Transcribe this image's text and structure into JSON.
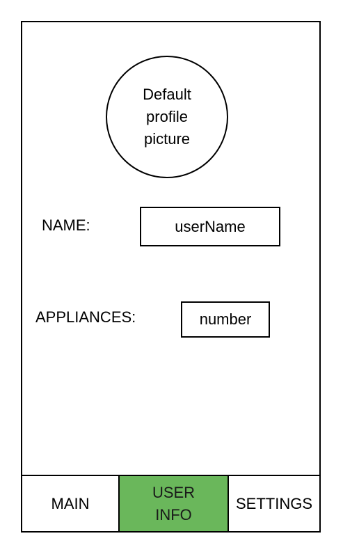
{
  "profile": {
    "avatar_text": "Default profile picture"
  },
  "fields": {
    "name_label": "NAME:",
    "name_value": "userName",
    "appliances_label": "APPLIANCES:",
    "appliances_value": "number"
  },
  "tabs": {
    "main": "MAIN",
    "user_info": "USER INFO",
    "settings": "SETTINGS",
    "active": "user_info",
    "active_color": "#6ab75b"
  }
}
